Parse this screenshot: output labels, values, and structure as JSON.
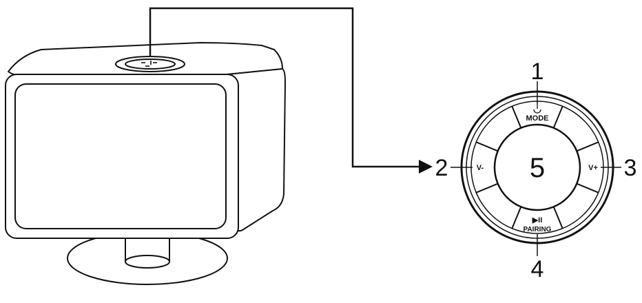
{
  "callouts": {
    "mode": "1",
    "volume_down": "2",
    "volume_up": "3",
    "play_pairing": "4",
    "center": "5"
  },
  "buttons": {
    "mode_label": "MODE",
    "volume_down_label": "V-",
    "volume_up_label": "V+",
    "play_pause_glyph": "▶II",
    "pairing_label": "PAIRING"
  },
  "icons": [
    "power-icon",
    "play-pause-icon"
  ],
  "colors": {
    "line": "#111111",
    "background": "#ffffff"
  }
}
